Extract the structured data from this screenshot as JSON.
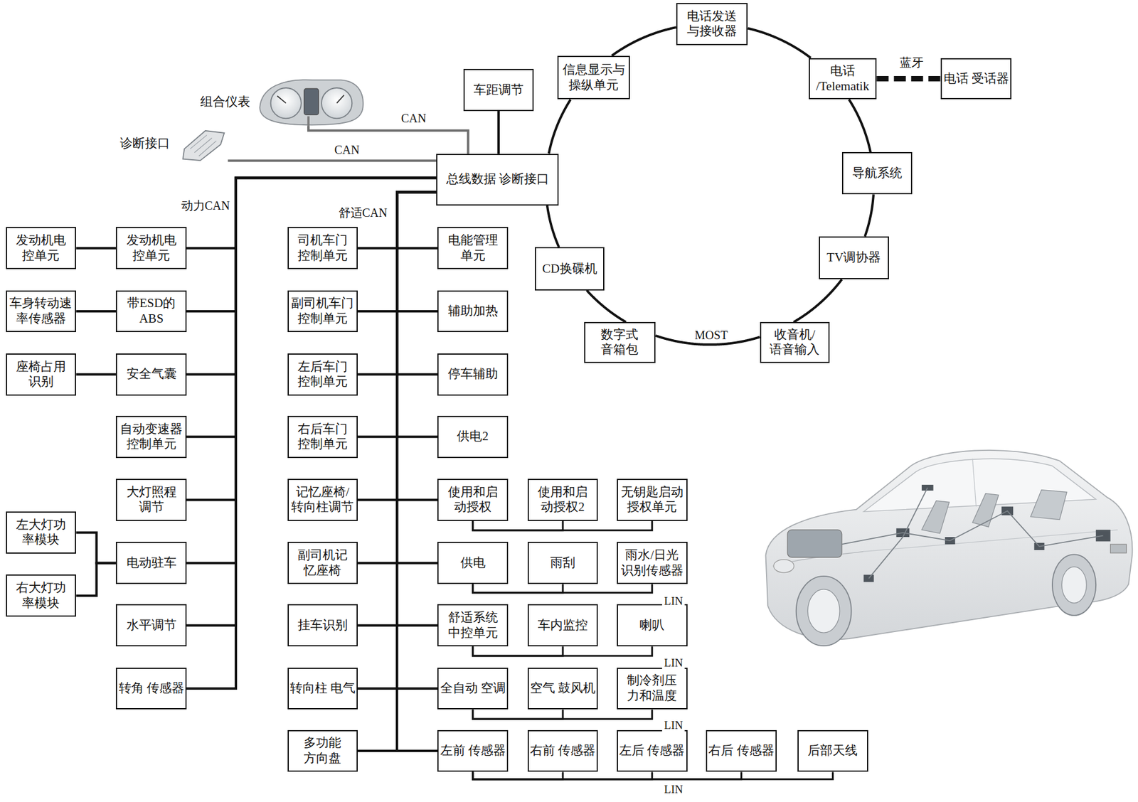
{
  "diagram": {
    "nodes": [
      {
        "text": [
          "总线数据 诊断接口"
        ]
      },
      {
        "text": [
          "车距调节"
        ]
      },
      {
        "text": [
          "信息显示与 操纵单元"
        ]
      },
      {
        "text": [
          "电话发送 与接收器"
        ]
      },
      {
        "text": [
          "电话 /Telematik"
        ]
      },
      {
        "text": [
          "电话 受话器"
        ]
      },
      {
        "text": [
          "导航系统"
        ]
      },
      {
        "text": [
          "TV调协器"
        ]
      },
      {
        "text": [
          "收音机/ 语音输入"
        ]
      },
      {
        "text": [
          "数字式 音箱包"
        ]
      },
      {
        "text": [
          "CD换碟机"
        ]
      },
      {
        "text": [
          "发动机电 控单元"
        ]
      },
      {
        "text": [
          "发动机电 控单元"
        ]
      },
      {
        "text": [
          "车身转动速 率传感器"
        ]
      },
      {
        "text": [
          "带ESD的 ABS"
        ]
      },
      {
        "text": [
          "座椅占用 识别"
        ]
      },
      {
        "text": [
          "安全气囊"
        ]
      },
      {
        "text": [
          "自动变速器 控制单元"
        ]
      },
      {
        "text": [
          "大灯照程 调节"
        ]
      },
      {
        "text": [
          "左大灯功 率模块"
        ]
      },
      {
        "text": [
          "右大灯功 率模块"
        ]
      },
      {
        "text": [
          "电动驻车"
        ]
      },
      {
        "text": [
          "水平调节"
        ]
      },
      {
        "text": [
          "转角 传感器"
        ]
      },
      {
        "text": [
          "司机车门 控制单元"
        ]
      },
      {
        "text": [
          "副司机车门 控制单元"
        ]
      },
      {
        "text": [
          "左后车门 控制单元"
        ]
      },
      {
        "text": [
          "右后车门 控制单元"
        ]
      },
      {
        "text": [
          "记忆座椅/ 转向柱调节"
        ]
      },
      {
        "text": [
          "副司机记 忆座椅"
        ]
      },
      {
        "text": [
          "挂车识别"
        ]
      },
      {
        "text": [
          "转向柱 电气"
        ]
      },
      {
        "text": [
          "多功能 方向盘"
        ]
      },
      {
        "text": [
          "电能管理 单元"
        ]
      },
      {
        "text": [
          "辅助加热"
        ]
      },
      {
        "text": [
          "停车辅助"
        ]
      },
      {
        "text": [
          "供电2"
        ]
      },
      {
        "text": [
          "使用和启 动授权"
        ]
      },
      {
        "text": [
          "使用和启 动授权2"
        ]
      },
      {
        "text": [
          "无钥匙启动 授权单元"
        ]
      },
      {
        "text": [
          "供电"
        ]
      },
      {
        "text": [
          "雨刮"
        ]
      },
      {
        "text": [
          "雨水/日光 识别传感器"
        ]
      },
      {
        "text": [
          "舒适系统 中控单元"
        ]
      },
      {
        "text": [
          "车内监控"
        ]
      },
      {
        "text": [
          "喇叭"
        ]
      },
      {
        "text": [
          "全自动 空调"
        ]
      },
      {
        "text": [
          "空气 鼓风机"
        ]
      },
      {
        "text": [
          "制冷剂压 力和温度"
        ]
      },
      {
        "text": [
          "左前 传感器"
        ]
      },
      {
        "text": [
          "右前 传感器"
        ]
      },
      {
        "text": [
          "左后 传感器"
        ]
      },
      {
        "text": [
          "右后 传感器"
        ]
      },
      {
        "text": [
          "后部天线"
        ]
      },
      {
        "text": [
          "组合仪表"
        ]
      },
      {
        "text": [
          "诊断接口"
        ]
      }
    ],
    "edges": [
      {
        "from": 54,
        "to": 0,
        "label": "CAN",
        "arrow": "none"
      },
      {
        "from": 55,
        "to": 0,
        "label": "CAN",
        "arrow": "none"
      },
      {
        "from": 1,
        "to": 0,
        "arrow": "none"
      },
      {
        "from": 0,
        "to": 2,
        "arrow": "none"
      },
      {
        "from": 2,
        "to": 3,
        "arrow": "none"
      },
      {
        "from": 3,
        "to": 4,
        "arrow": "none"
      },
      {
        "from": 4,
        "to": 6,
        "arrow": "none"
      },
      {
        "from": 6,
        "to": 7,
        "arrow": "none"
      },
      {
        "from": 7,
        "to": 8,
        "arrow": "none"
      },
      {
        "from": 8,
        "to": 9,
        "label": "MOST",
        "arrow": "none"
      },
      {
        "from": 9,
        "to": 10,
        "arrow": "none"
      },
      {
        "from": 10,
        "to": 0,
        "arrow": "none"
      },
      {
        "from": 4,
        "to": 5,
        "label": "蓝牙",
        "arrow": "none"
      },
      {
        "from": 11,
        "to": 12,
        "arrow": "none"
      },
      {
        "from": 13,
        "to": 14,
        "arrow": "none"
      },
      {
        "from": 15,
        "to": 16,
        "arrow": "none"
      },
      {
        "from": 12,
        "to": 0,
        "arrow": "none"
      },
      {
        "from": 14,
        "to": 0,
        "arrow": "none"
      },
      {
        "from": 16,
        "to": 0,
        "arrow": "none"
      },
      {
        "from": 17,
        "to": 0,
        "arrow": "none"
      },
      {
        "from": 18,
        "to": 0,
        "arrow": "none"
      },
      {
        "from": 21,
        "to": 0,
        "arrow": "none"
      },
      {
        "from": 22,
        "to": 0,
        "arrow": "none"
      },
      {
        "from": 23,
        "to": 0,
        "arrow": "none"
      },
      {
        "from": 19,
        "to": 21,
        "arrow": "none"
      },
      {
        "from": 20,
        "to": 21,
        "arrow": "none"
      },
      {
        "from": 24,
        "to": 0,
        "arrow": "none"
      },
      {
        "from": 25,
        "to": 0,
        "arrow": "none"
      },
      {
        "from": 26,
        "to": 0,
        "arrow": "none"
      },
      {
        "from": 27,
        "to": 0,
        "arrow": "none"
      },
      {
        "from": 28,
        "to": 0,
        "arrow": "none"
      },
      {
        "from": 29,
        "to": 0,
        "arrow": "none"
      },
      {
        "from": 30,
        "to": 0,
        "arrow": "none"
      },
      {
        "from": 31,
        "to": 0,
        "arrow": "none"
      },
      {
        "from": 32,
        "to": 0,
        "arrow": "none"
      },
      {
        "from": 33,
        "to": 0,
        "arrow": "none"
      },
      {
        "from": 34,
        "to": 0,
        "arrow": "none"
      },
      {
        "from": 35,
        "to": 0,
        "arrow": "none"
      },
      {
        "from": 36,
        "to": 0,
        "arrow": "none"
      },
      {
        "from": 37,
        "to": 0,
        "arrow": "none"
      },
      {
        "from": 40,
        "to": 0,
        "arrow": "none"
      },
      {
        "from": 43,
        "to": 0,
        "arrow": "none"
      },
      {
        "from": 46,
        "to": 0,
        "arrow": "none"
      },
      {
        "from": 49,
        "to": 0,
        "arrow": "none"
      },
      {
        "from": 37,
        "to": 38,
        "arrow": "none"
      },
      {
        "from": 37,
        "to": 39,
        "arrow": "none"
      },
      {
        "from": 40,
        "to": 41,
        "arrow": "none"
      },
      {
        "from": 40,
        "to": 42,
        "arrow": "none"
      },
      {
        "from": 43,
        "to": 44,
        "arrow": "none"
      },
      {
        "from": 43,
        "to": 45,
        "arrow": "none"
      },
      {
        "from": 46,
        "to": 47,
        "arrow": "none"
      },
      {
        "from": 46,
        "to": 48,
        "arrow": "none"
      },
      {
        "from": 49,
        "to": 50,
        "arrow": "none"
      },
      {
        "from": 49,
        "to": 51,
        "arrow": "none"
      },
      {
        "from": 49,
        "to": 52,
        "arrow": "none"
      },
      {
        "from": 49,
        "to": 53,
        "arrow": "none"
      }
    ],
    "labels": [
      "动力CAN",
      "舒适CAN",
      "LIN",
      "LIN",
      "LIN",
      "LIN"
    ]
  }
}
